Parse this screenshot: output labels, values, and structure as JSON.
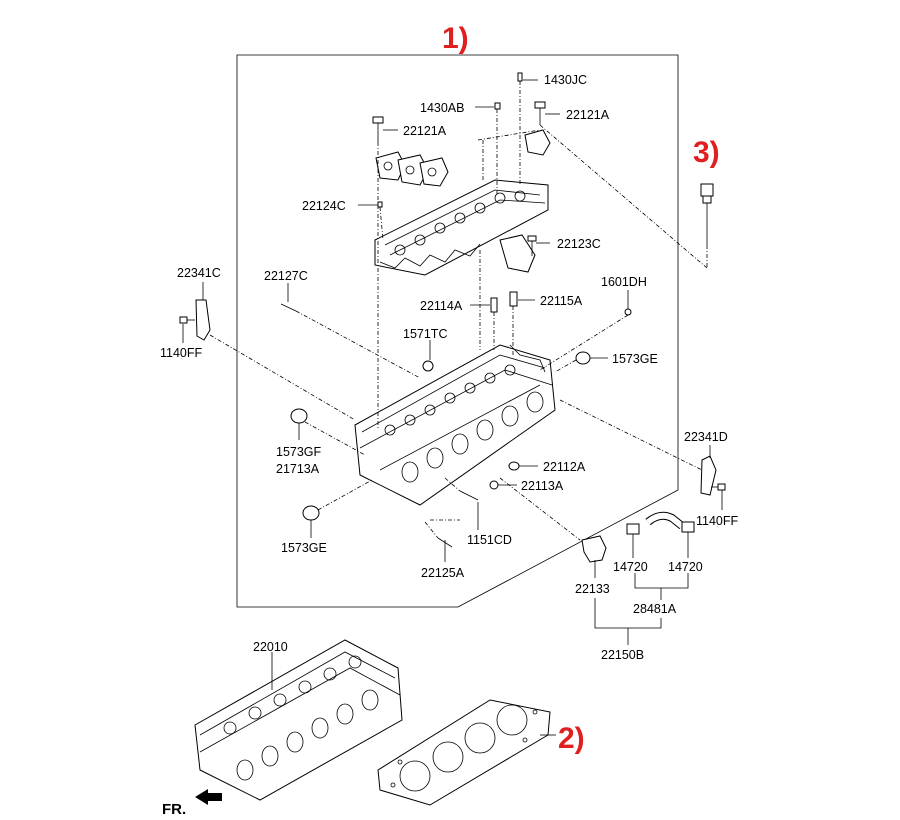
{
  "callouts": {
    "c1": "1)",
    "c2": "2)",
    "c3": "3)"
  },
  "front_label": "FR.",
  "parts": {
    "p1430JC": "1430JC",
    "p1430AB": "1430AB",
    "p22121A_right": "22121A",
    "p22121A_left": "22121A",
    "p22124C": "22124C",
    "p22123C": "22123C",
    "p22341C": "22341C",
    "p22127C": "22127C",
    "p1601DH": "1601DH",
    "p22114A": "22114A",
    "p22115A": "22115A",
    "p1140FF_left": "1140FF",
    "p1571TC": "1571TC",
    "p1573GE_right": "1573GE",
    "p22341D": "22341D",
    "p1573GF": "1573GF",
    "p21713A": "21713A",
    "p22112A": "22112A",
    "p22113A": "22113A",
    "p1140FF_right": "1140FF",
    "p1573GE_left": "1573GE",
    "p1151CD": "1151CD",
    "p22125A": "22125A",
    "p14720_left": "14720",
    "p14720_right": "14720",
    "p22133": "22133",
    "p28481A": "28481A",
    "p22150B": "22150B",
    "p22010": "22010"
  }
}
